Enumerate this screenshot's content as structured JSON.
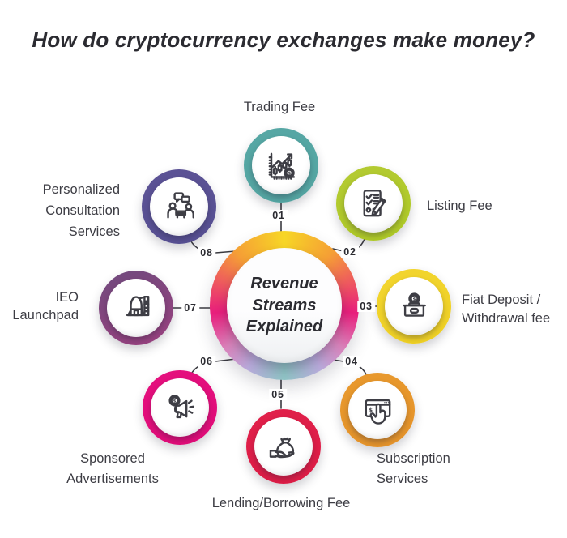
{
  "title": "How do cryptocurrency exchanges make money?",
  "center": {
    "label": "Revenue\nStreams\nExplained",
    "ring_gradient": "conic-gradient(from 0deg, #f7d626 0deg, #f59f35 42deg, #ee5a5e 70deg, #e81e7c 96deg, #d983bb 126deg, #b9aadb 150deg, #90c5c6 180deg, #b9aadb 210deg, #d983bb 234deg, #e81e7c 264deg, #ee5a5e 290deg, #f59f35 318deg, #f7d626 360deg)"
  },
  "theme": {
    "title_color": "#2b2b31",
    "text_color": "#3d3d44",
    "line_color": "#3a3a40",
    "icon_color": "#3e3e45",
    "background": "#ffffff"
  },
  "nodes": [
    {
      "num": "01",
      "label_lines": [
        "Trading Fee"
      ],
      "icon": "trading-chart-icon",
      "ring_color": "#56a7a4",
      "ring_color2": "#54a5a2"
    },
    {
      "num": "02",
      "label_lines": [
        "Listing Fee"
      ],
      "icon": "checklist-pencil-icon",
      "ring_color": "#b4ca33",
      "ring_color2": "#aec926"
    },
    {
      "num": "03",
      "label_lines": [
        "Fiat Deposit /",
        "Withdrawal fee"
      ],
      "icon": "coin-deposit-box-icon",
      "ring_color": "#f2d52f",
      "ring_color2": "#efd023"
    },
    {
      "num": "04",
      "label_lines": [
        "Subscription",
        "Services"
      ],
      "icon": "browser-payment-click-icon",
      "ring_color": "#e8992e",
      "ring_color2": "#e5932a"
    },
    {
      "num": "05",
      "label_lines": [
        "Lending/Borrowing Fee"
      ],
      "icon": "hand-money-bag-icon",
      "ring_color": "#e0204a",
      "ring_color2": "#dd1c46"
    },
    {
      "num": "06",
      "label_lines": [
        "Sponsored",
        "Advertisements"
      ],
      "icon": "megaphone-dollar-icon",
      "ring_color": "#e5107e",
      "ring_color2": "#e00c78"
    },
    {
      "num": "07",
      "label_lines": [
        "IEO",
        "Launchpad"
      ],
      "icon": "rocket-launchpad-icon",
      "ring_color": "#6f4a7d",
      "ring_color2": "#9c4180"
    },
    {
      "num": "08",
      "label_lines": [
        "Personalized",
        "Consultation",
        "Services"
      ],
      "icon": "people-consultation-icon",
      "ring_color": "#5c5295",
      "ring_color2": "#575093"
    }
  ]
}
